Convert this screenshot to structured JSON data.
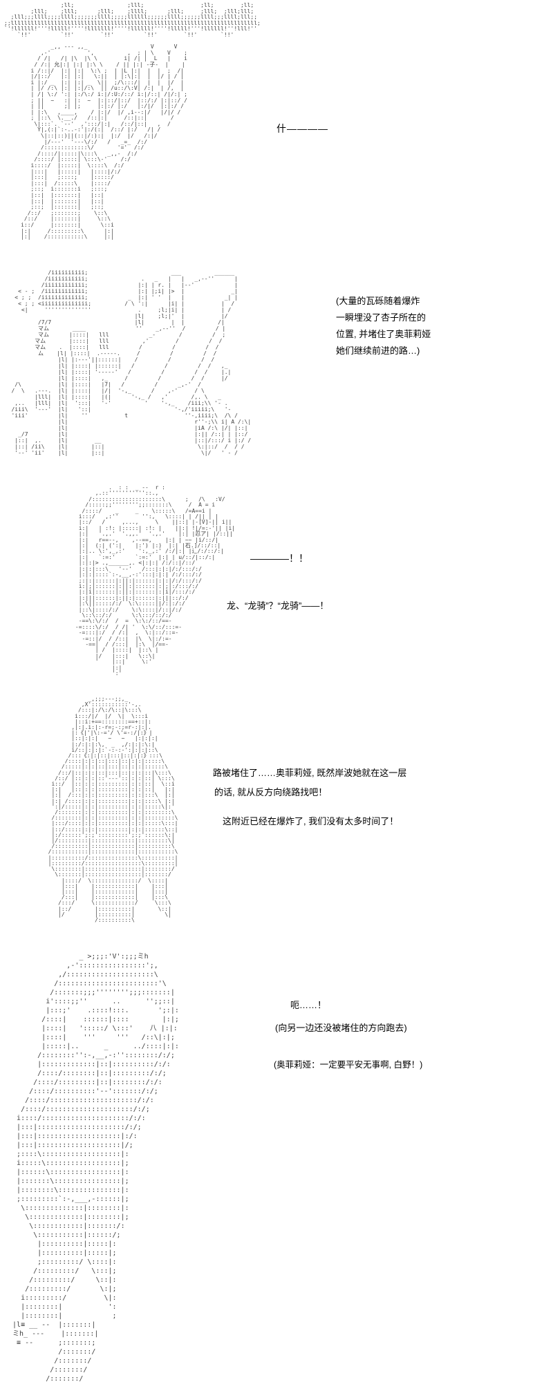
{
  "page": {
    "background": "#ffffff",
    "ink_color": "#3d3d3d",
    "text_color": "#000000"
  },
  "dialogue": {
    "p1_shout": "什————",
    "p2_l1": "(大量的瓦砾随着爆炸",
    "p2_l2": "一瞬埋没了杏子所在的",
    "p2_l3": "位置, 并堵住了奥菲莉娅",
    "p2_l4": "她们继续前进的路…)",
    "p3_l1": "————！！",
    "p3_l2": "龙、“龙骑”？“龙骑”——！",
    "p4_l1": "路被堵住了……奥菲莉娅, 既然岸波她就在这一层",
    "p4_l2": "的话, 就从反方向绕路找吧！",
    "p4_l3": "这附近已经在爆炸了, 我们没有太多时间了！",
    "p5_l1": "呃……！",
    "p5_l2": "(向另一边还没被堵住的方向跑去)",
    "p5_l3": "(奥菲莉娅：一定要平安无事啊, 白野！)"
  },
  "ascii_art": {
    "panel1": [
      "                 ;ll;                ;lll;                 ;ll;        ;ll;",
      "        ;lll;    ;lll;      ;lll;    ;llll;      ;lll;     ;lll;  ;lll;lll;",
      "  ;lll;;;llll;;;;llll;;;;;;;llll;;;;;llllll;;;;;;llll;;;;;;llll;;;llll;lll;;",
      ";;llllllllllllllllllllllllllllllllllllllllllllllllllllllllllllllllllllllllll;",
      "`'!llllll!'''!lllll!''''!lllllll!''''!llllll!''''!lllll!'''!llllll!''!lll!''",
      "    `!!'         `!!'        `!!'         `!!'        `!!'       `!!'",
      "",
      "              _,, --- ,,_                   V      V",
      "           ,-'           ',          ,  ; | \\    V    ;",
      "          / /|   /| |\\  |\\ \\        i| /| |  L   |    i",
      "         / /:| 允|:| |:| |:\\ \\    / || |:| -子-  |    |",
      "        i /::|/  |:| |:|  \\:\\ ;  | |L |:|  |  |  ;  /|",
      "        |/|::/   |:| |:|   \\:||  | |:\\|:|  |  |/ | / |",
      "        i |:/ _  |:| |:| _  \\||  ;/\\:::/|  |  |  |/  |",
      "        | |/ /:\\ |:| |:|/:\\  || /u::/\\:V| /:|  | /,  |",
      "        | /| \\:/ ':| |:/\\:/ i:|/:U:/::/ i:|/::| /|/:| ;",
      "        ; ||  ~   :| |:  ~  |:|::/|::/  |::/:/ |:|::/ /",
      "        | ||      ;| |;     |:|:/ |:/   |:/|/  |:|:/ /",
      "        | |:\\   ,____,    / |:|/  |/ ,i--:|/   |/|/ /",
      "        ; |::\\  \\.__./   /::|:|     /::|::|       /",
      "         \\|:::`. `--'  ,':::/|:|   /::/|::|   ,  /",
      "          Y|,(:|`:-..-:'|:/(:|  /::/ |:/   /| /",
      "           \\|::|::)||(::|/:):|  |:/  |/   /:|/",
      "            |/---'  '---\\/:/   /   _=_  /:/",
      "           /:::::::::::::\\/       '='  /:/",
      "          /::::/|:::::|\\:::\\   _,,-  /:/",
      "         /::::/ |:::::| \\:::\\-'    /:/",
      "        i::::/  |:::::|  \\::::\\  /:/",
      "        |:::|   |:::::|   |::::|/:/",
      "        |:::|   ;::::;    |:::::/",
      "        |:::|  /:::::\\    |::::/",
      "        ;::;  i:::::::i   ;:::;",
      "        |::|  |:::::::|   |::|",
      "        |::|  |:::::::|   |::|",
      "        ;::;  |:::::::|   ;::;",
      "       /::/   ;:::::::;    \\::\\",
      "      /::/    |:::::::|     \\::\\",
      "     i::/     |:::::::|      \\::i",
      "     |:|     /:::::::::\\      |:|",
      "     |:|    /:::::::::::\\     |:|"
    ],
    "panel2": [
      "              /iiiiiiiiii;                         ___          ______",
      "             /iiiiiiiiiii;                .   _   |   |   _,--''      |",
      "            /iiiiiiiiiiii;               |:| | r. |   |--'            |",
      "     < - ;  /iiiiiiiiiiii;               |:| |;i| |>  |              _|",
      "    < ; ;  /iiiiiiiiiiiii;            _  |:| ' '  |   |            _| |",
      "     < ; ; <iiiiiiiiiiiiii;          / \\ ':|      |i| |           |  /",
      "      <|     ''''''''''''''              .     ;l;|i| |           | /",
      "                                        |l|    ;l;|'  |           |/",
      "           /7/7                         |l|        |  |          /|",
      "           マム       ____               ''    _,--''  /         / |",
      "           マム      |::::|   lll            _-       /         /  ;",
      "          マム       |::::|   lll          ,'        /         /  /",
      "          マム    .  |::::|   lll         /         /         /  /",
      "           ム    |l| |::::|  .-----.     /         /         /  /",
      "                 |l| |:---'||::::::|    /         /         /  /",
      "                 |l| |::::| |::::::|   /         /         /  /   ,_",
      "                 |l| |::::| '-----'   /         /         /  /    |.|",
      "                 |l| |::::|   ,_     /         /         /  /     |/",
      "    /\\           |l| |::::|   |7|   /         /      _,-'  /",
      "   /  \\   .---.  |l| |::::|   |/|  '-,_      /    ,-'     / \\",
      "          |lll|  |l| |::::|   |(|      '-,_ /   ,'       /,. \\   _",
      "    ,..   |lll|  |l|  ':::|   '-'          '    '-,_    /iii;\\\\ '- .",
      "   /iii\\  '---'  |l|   '::|                         '-,/'iiiii;\\   '-",
      "   'iii'         |l|    ''           t                 ''-,iiii;\\  /\\ /",
      "                 |l|                                      r''-;\\\\ i| A /:\\|",
      "                 |l|                                      |iA /:\\ |/| |::|",
      "     _/7         |l|                                      |:|| /::| | |::/",
      "    |::|  ,.     |l|        __                            |::|/:::/ i |:/ /",
      "    |::| /ii\\    |l|       |::|                            \\:|::/  /  / /",
      "    '--' 'ii'    |l|       |::|                             \\|/   ' - /"
    ],
    "panel3": [
      "                .  : :  _ --  r :",
      "            ,.::'''''''''''::.,",
      "          /:::::::::::::::::::::\\      ;   /\\   :V/",
      "         /:::::;;'''''''';;:::::::\\     /  A = i",
      "        /::::/    _     _    \\:::::\\   /=A==i |",
      "       i:::/   ,:''       '':,   \\::::| | /|| | |",
      "       |::/   /     ,...,     \\    ||::| |-[V]-|| i||",
      "       i:|   | :!: |:::::| :!: |    ||:| !|/=:-'|| |i|",
      "       |:|   '.,.'  '.,,.'  '.,.'    |:| |忍ア| |/::||",
      "       |:|   r==--,    ,--==,    |:| | ~~ |i/::/|",
      "       |:|  (:| (':|    |:') |:)  |:| |石.]/::/::|",
      "       |:|.. \\:',_,:'    ':,_,:' /:/|:| |辶/:/::/:|",
      "       |:|   `:=:'      `:=:'  |:| | u/::/|::/:|",
      "       |:|:|> .,______,. <|:|:| /:/::|/::/",
      "       |:|:|:::\\   '--'   /:::|:|:|/:/:::/:/",
      "       |:|:|::::`:-,__,-:':::|:|:| /:/:::/:/",
      "       ;:|:|::::::|:||:|::::::|:|:|/:/:::/:/",
      "       i:|;|::::::|:||:|::::::|:|;|:/:::/:/",
      "       |:|i|::::::|:||:|::::::|:|i|/:::/:/",
      "       |:|||::::::|:||:|::::::|:|||::/:/",
      "       |:\\||:::::/:/  \\:\\:::::||/:|:/:/",
      "       |::\\|::::/:/    \\:\\::::|/::|/:/",
      "        \\::\\::/:/      \\:\\:::/::/:/",
      "       -==\\:\\/:/  /  =  \\:\\:/::/==-",
      "      -=::::\\/:/  / /| '  \\:\\/::/:::=-",
      "       -=:::|:/  / /:|  ,  \\:|::/::=-",
      "        -=::|/  / /::|  |\\  \\|:/:=-",
      "         -==|  / /:::|  |:\\  |/==-",
      "            | /  |::::|  |::\\ |",
      "            |/   |:::|   \\::\\|",
      "            '    |::|     \\:'",
      "                 |:|",
      "                 ':'"
    ],
    "panel4": [
      "              _,;;;---;;,_",
      "            ,X':::::::::::'-,.",
      "           /:::|:/\\:/\\::|\\:::\\",
      "          i:::/|/  |/  \\|  \\:::i",
      "          |::i:+==::::::::==+::|:",
      "         ,|:|.i:|:-r=;-:;=r-:|:|.",
      "         |:《|'|\\:-='/ \\'=-:/|:》|",
      "         |::|:|:|   ~   ~   |:|:|:|",
      "         |:/:|:|:\\,  _  ,/:|:|:\\:|",
      "         i/::|:|:|:`-:-:-':|:|:|::\\",
      "        /:::《:|:|::|:::|::|:|:》:::\\",
      "       /::::|:|:|::|:::|::|:|:|:::::\\",
      "      /:::::|:|:|::|:::|::|:|:|::::::\\",
      "     /::/|::|:|:|::|:::|::|:|:|::|\\:::\\",
      "    /::/ |::|:|:|::'---'::|:|:|::| \\:::\\",
      "   i::/  |::|:|:|:::::::::|:|:|::|  \\::i",
      "   |:|   |::|:|:|:::::::::|:|:|::|   |:|",
      "   |:|  /:::|:|:|:::::::::|:|:|:::\\  |:|",
      "   |:| /::::|:|:|:::::::::|:|:|::::\\ |:|",
      "   ':|/:::::|:|:|:::::::::|:|:|:::::\\|:'",
      "    /:::::::|:|:|:::::::::|:|:|::::::::\\",
      "   /::::::::|:|:|:::::::::|:|:|:::::::::\\",
      "   |:::/::::|:|:|:::::::::|:|:|:::::\\:::|",
      "   |::/:::::|:|:|:::::::::|:|:|::::::\\::|",
      "   |:/::::::';:;':::::::::';:;'::::::\\:|",
      "   |/:::::::::|:::::::::::::|:::::::::\\|",
      "   /::::::::::|:::::::::::::|::::::::::\\",
      "  /:::::::::::|:::::::::::::|:::::::::::\\",
      "  |::::::::::/:::::::::::::::\\::::::::::|",
      "  |:::::::::/:::::::::::::::::\\:::::::::|",
      "   \\::::::::|:::::::::::::::::|::::::::/",
      "    \\:::::::|:::::::::::::::::|:::::::/",
      "      |::::/  \\::::::::::::::/  \\::::|",
      "      |:::|    |::::::::::::|    |:::|",
      "      |:::|    |::::::::::::|    |:::|",
      "      /:::|    |::::::::::::|    |:::\\",
      "     /:::/     \\::::::::::::/     \\:::\\",
      "     |::/       |::::::::::|       \\::|",
      "     |/         |::::::::::|         \\|",
      "                /::::::::::\\"
    ],
    "panel5": [
      "                  _ >;;;:'V':;;;ミh",
      "               ,-'::::::::::::::::';,",
      "             ,/:::::::::::::::::::::\\",
      "            /::::::::::::::::::::::::'\\",
      "           /:::::::;;;'''''''';;;:::::::|",
      "          i'::::;;''      ..      '';;::|",
      "          |:::;'    .::::!:::.       ';:|:",
      "         /::::|    ::::::|::::        |:|;",
      "         |::::|   ':::::/ \\:::'    八 |:|:",
      "         |::::|    '''     '''   /::\\|:|;",
      "         |:::::|..      _      ../::::|:|:",
      "        /::::::::'':-,__,-:''::::::::/:/;",
      "        |:::::::::::::|::|::::::::::/:/:",
      "        /::::/::::::::|::|:::::::::/:/;",
      "       /::::/:::::::::|::|::::::::/:/:",
      "      /::::/::::::::::'--':::::::/:/;",
      "     /::::/:::::::::::::::::::::/:/:",
      "    /::::/:::::::::::::::::::::/:/;",
      "   i::::/:::::::::::::::::::::/:/:",
      "   |:::|:::::::::::::::::::::/:/;",
      "   |:::|::::::::::::::::::::|:/:",
      "   |:::|::::::::::::::::::::|/;",
      "   ;::::\\:::::::::::::::::::|:",
      "   i:::::\\::::::::::::::::::|;",
      "   |::::::\\:::::::::::::::::|:",
      "   |:::::::\\::::::::::::::::|;",
      "   |::::::::\\:::::::::::::::|:",
      "   ;:::::::::`:-,___,-::::::|;",
      "    \\::::::::::::::|::::::::|:",
      "     \\:::::::::::::|::::::::|;",
      "      \\::::::::::::|:::::::/:",
      "       \\:::::::::::|::::::/;",
      "        |::::::::::|:::::|:",
      "        |::::::::::|:::::|;",
      "        ;:::::::::/ \\::::|:",
      "       /:::::::::/   \\:::|;",
      "      /:::::::::/     \\::|:",
      "     /:::::::::/       \\:|;",
      "    i:::::::::/         \\|:",
      "    |::::::::|           ':",
      "    |::::::::|            ;",
      "  |l≡ __ --  |:::::::|",
      "  ミh_ ---    |:::::::|",
      "   ≡ --      ;:::::::;",
      "             /:::::::/",
      "            /:::::::/",
      "           /:::::::/",
      "          /:::::::/"
    ]
  }
}
